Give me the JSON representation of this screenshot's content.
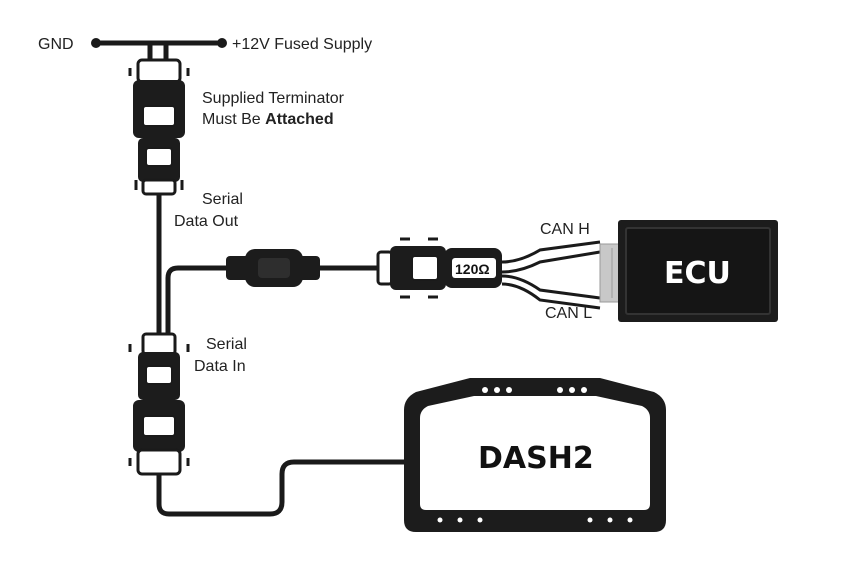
{
  "labels": {
    "gnd": "GND",
    "supply": "+12V Fused Supply",
    "terminator_line1": "Supplied Terminator",
    "terminator_line2_prefix": "Must Be ",
    "terminator_line2_bold": "Attached",
    "serial_out_line1": "Serial",
    "serial_out_line2": "Data Out",
    "serial_in_line1": "Serial",
    "serial_in_line2": "Data In",
    "can_h": "CAN H",
    "can_l": "CAN L",
    "resistor": "120Ω",
    "ecu": "ECU",
    "dash": "DASH2"
  },
  "colors": {
    "wire": "#1a1a1a",
    "ecu_body": "#1c1c1c",
    "ecu_pins": "#c8c8c8",
    "dash_screen": "#ffffff"
  }
}
